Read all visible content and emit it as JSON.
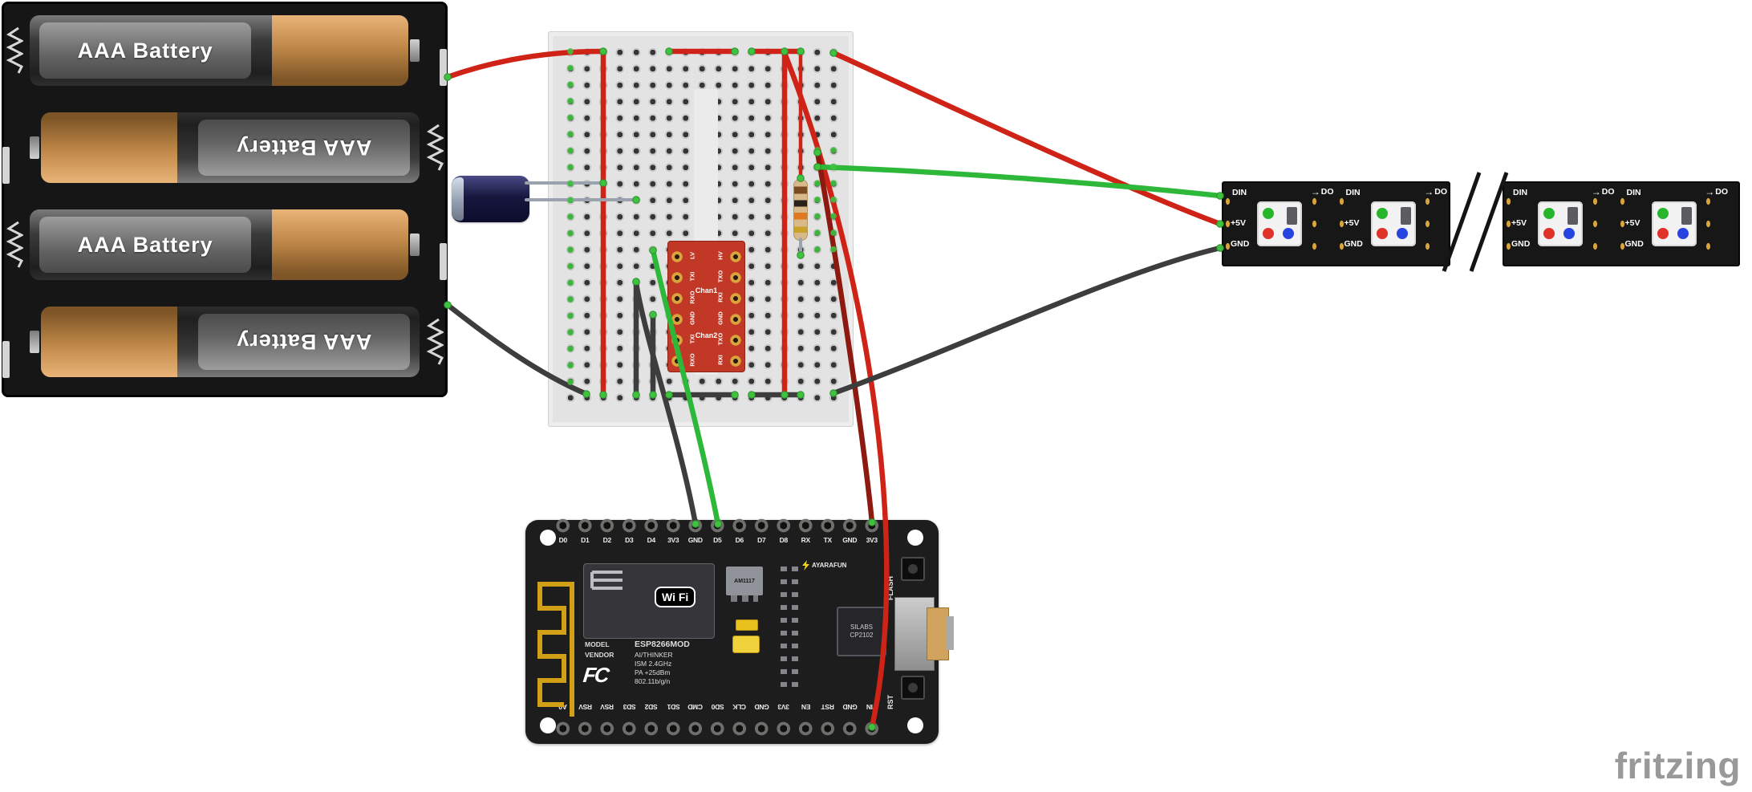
{
  "watermark": "fritzing",
  "icons": {
    "arrow_right": "→"
  },
  "colors": {
    "wire_red": "#cf2318",
    "wire_dark_red": "#8c1a10",
    "wire_black": "#3d3d3d",
    "wire_green": "#2db83a",
    "breadboard": "#e3e3e3",
    "pcb_red": "#c13926",
    "board_black": "#1d1d1d",
    "pad_gold": "#d9a43b",
    "connection_dot_green": "#3fc23f"
  },
  "battery_pack": {
    "label": "AAA Battery"
  },
  "level_converter": {
    "chan1": "Chan1",
    "chan2": "Chan2",
    "pins_left": [
      "LV",
      "TXI",
      "RXO",
      "GND",
      "TXI",
      "RXO"
    ],
    "pins_right": [
      "HV",
      "TXO",
      "RXI",
      "GND",
      "TXO",
      "RXI"
    ]
  },
  "nodemcu": {
    "top_pins": [
      "D0",
      "D1",
      "D2",
      "D3",
      "D4",
      "3V3",
      "GND",
      "D5",
      "D6",
      "D7",
      "D8",
      "RX",
      "TX",
      "GND",
      "3V3"
    ],
    "bottom_pins": [
      "A0",
      "RSV",
      "RSV",
      "SD3",
      "SD2",
      "SD1",
      "CMD",
      "SD0",
      "CLK",
      "GND",
      "3V3",
      "EN",
      "RST",
      "GND",
      "VIN"
    ],
    "wifi_logo": "Wi Fi",
    "model_label": "MODEL",
    "vendor_label": "VENDOR",
    "module_lines": [
      "ESP8266MOD",
      "AI/THINKER",
      "ISM 2.4GHz",
      "PA +25dBm",
      "802.11b/g/n"
    ],
    "fcc_logo": "FC",
    "regulator_label": "AM1117",
    "usb_chip_lines": [
      "SILABS",
      "CP2102"
    ],
    "brand": "AYARAFUN",
    "flash_button": "FLASH",
    "rst_button": "RST"
  },
  "led_strip": {
    "din_label": "DIN",
    "dout_label": "DO",
    "v5_label": "+5V",
    "gnd_label": "GND"
  }
}
